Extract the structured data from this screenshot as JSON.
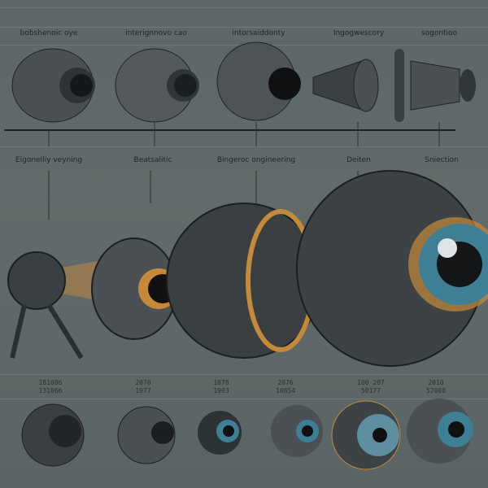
{
  "top_labels": [
    "bobshenoic oye",
    "interignnovo cao",
    "intorsaiddonty",
    "Ingogwescory",
    "sogontioo"
  ],
  "middle_labels": [
    "Eigonelliy veyning",
    "Beatsalitic",
    "Bingeroc ongineering",
    "Deiten",
    "Sniection"
  ],
  "year_labels": [
    {
      "a": "181006",
      "b": "131066"
    },
    {
      "a": "2070",
      "b": "1977"
    },
    {
      "a": "1078",
      "b": "1903"
    },
    {
      "a": "2076",
      "b": "10854"
    },
    {
      "a": "100 207",
      "b": "50177"
    },
    {
      "a": "2010",
      "b": "52008"
    }
  ],
  "colors": {
    "background": "#5f6969",
    "metal": "#3a3f42",
    "accent_gold": "#c48a3a",
    "iris": "#3f7f96"
  }
}
